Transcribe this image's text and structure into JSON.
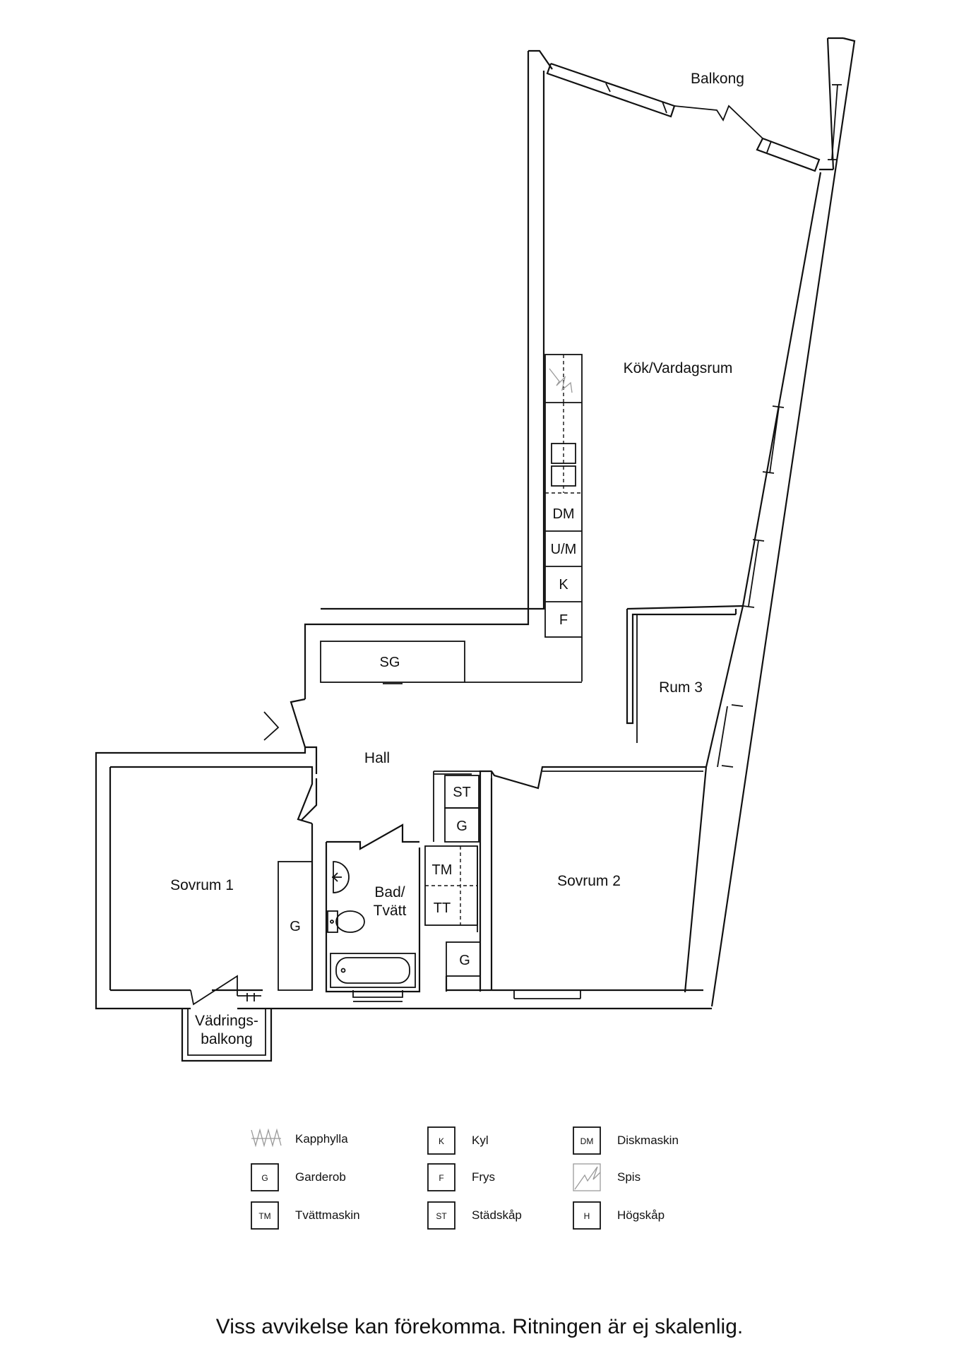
{
  "rooms": {
    "balkong": "Balkong",
    "kok": "Kök/Vardagsrum",
    "rum3": "Rum 3",
    "hall": "Hall",
    "sovrum1": "Sovrum 1",
    "sovrum2": "Sovrum 2",
    "bad_line1": "Bad/",
    "bad_line2": "Tvätt",
    "vadrings_line1": "Vädrings-",
    "vadrings_line2": "balkong"
  },
  "fixtures": {
    "sg": "SG",
    "dm": "DM",
    "um": "U/M",
    "k": "K",
    "f": "F",
    "st": "ST",
    "g": "G",
    "tm": "TM",
    "tt": "TT"
  },
  "legend": [
    {
      "icon": "coat-rack-icon",
      "code": "",
      "label": "Kapphylla"
    },
    {
      "icon": "fixture-box-icon",
      "code": "K",
      "label": "Kyl"
    },
    {
      "icon": "fixture-box-icon",
      "code": "DM",
      "label": "Diskmaskin"
    },
    {
      "icon": "fixture-box-icon",
      "code": "G",
      "label": "Garderob"
    },
    {
      "icon": "fixture-box-icon",
      "code": "F",
      "label": "Frys"
    },
    {
      "icon": "stove-icon",
      "code": "",
      "label": "Spis"
    },
    {
      "icon": "fixture-box-icon",
      "code": "TM",
      "label": "Tvättmaskin"
    },
    {
      "icon": "fixture-box-icon",
      "code": "ST",
      "label": "Städskåp"
    },
    {
      "icon": "fixture-box-icon",
      "code": "H",
      "label": "Högskåp"
    }
  ],
  "disclaimer": "Viss avvikelse kan förekomma. Ritningen är ej skalenlig."
}
